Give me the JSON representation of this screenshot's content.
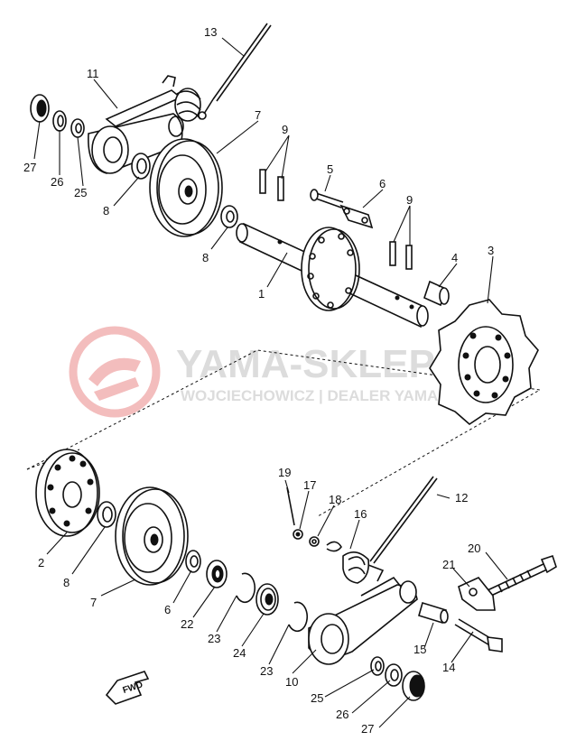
{
  "watermark": {
    "brand": "YAMA-SKLEP",
    "subtitle": "WOJCIECHOWICZ | DEALER YAMAHA",
    "color": "#d8d8d8",
    "logo_color": "#f2b6b6"
  },
  "fwd_label": "FWD",
  "callouts": {
    "c1": "1",
    "c2": "2",
    "c3": "3",
    "c4": "4",
    "c5": "5",
    "c6": "6",
    "c6b": "6",
    "c7": "7",
    "c7b": "7",
    "c8a": "8",
    "c8b": "8",
    "c8c": "8",
    "c9a": "9",
    "c9b": "9",
    "c10": "10",
    "c11": "11",
    "c12": "12",
    "c13": "13",
    "c14": "14",
    "c15": "15",
    "c16": "16",
    "c17": "17",
    "c18": "18",
    "c19": "19",
    "c20": "20",
    "c21": "21",
    "c22": "22",
    "c23a": "23",
    "c23b": "23",
    "c24": "24",
    "c25a": "25",
    "c25b": "25",
    "c26a": "26",
    "c26b": "26",
    "c27a": "27",
    "c27b": "27"
  }
}
